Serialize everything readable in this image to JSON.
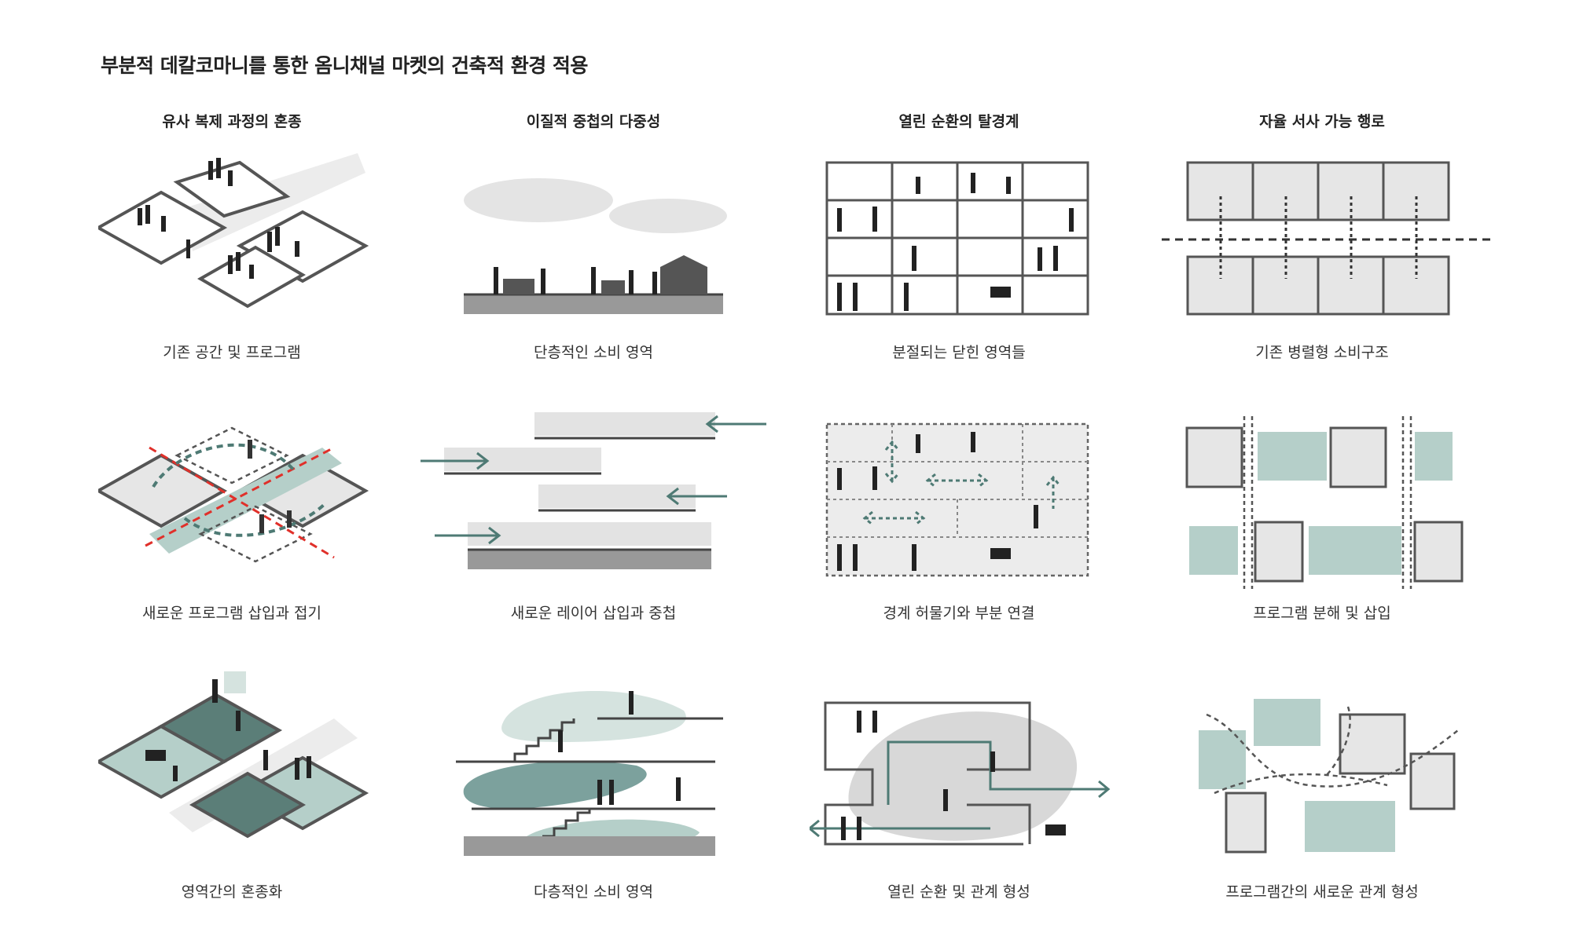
{
  "title": "부분적 데칼코마니를 통한 옴니채널 마켓의 건축적 환경 적용",
  "columns": [
    {
      "heading": "유사 복제 과정의 혼종",
      "captions": [
        "기존 공간 및 프로그램",
        "새로운 프로그램 삽입과 접기",
        "영역간의 혼종화"
      ]
    },
    {
      "heading": "이질적 중첩의 다중성",
      "captions": [
        "단층적인 소비 영역",
        "새로운 레이어 삽입과 중첩",
        "다층적인 소비 영역"
      ]
    },
    {
      "heading": "열린 순환의 탈경계",
      "captions": [
        "분절되는 닫힌 영역들",
        "경계 허물기와 부분 연결",
        "열린 순환 및 관계 형성"
      ]
    },
    {
      "heading": "자율 서사 가능 행로",
      "captions": [
        "기존 병렬형 소비구조",
        "프로그램 분해 및 삽입",
        "프로그램간의 새로운 관계 형성"
      ]
    }
  ],
  "colors": {
    "teal": "#4e7a74",
    "teal_light": "#b5cfc9",
    "teal_dark": "#5b7e78",
    "gray_fill": "#e6e6e6",
    "stroke": "#555555",
    "red_dash": "#e0302a"
  }
}
